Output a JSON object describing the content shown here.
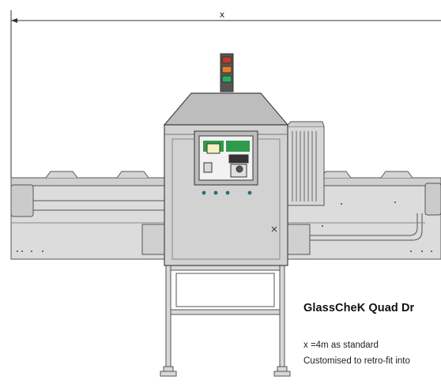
{
  "dimension": {
    "label": "x"
  },
  "caption": {
    "title": "GlassCheK Quad Dr",
    "line1": "x =4m as standard",
    "line2": "Customised to retro-fit into"
  },
  "beacon": {
    "colors": [
      "#c0392b",
      "#e67e22",
      "#27ae60"
    ]
  },
  "screen": {
    "accent": "#2e9b4a"
  }
}
